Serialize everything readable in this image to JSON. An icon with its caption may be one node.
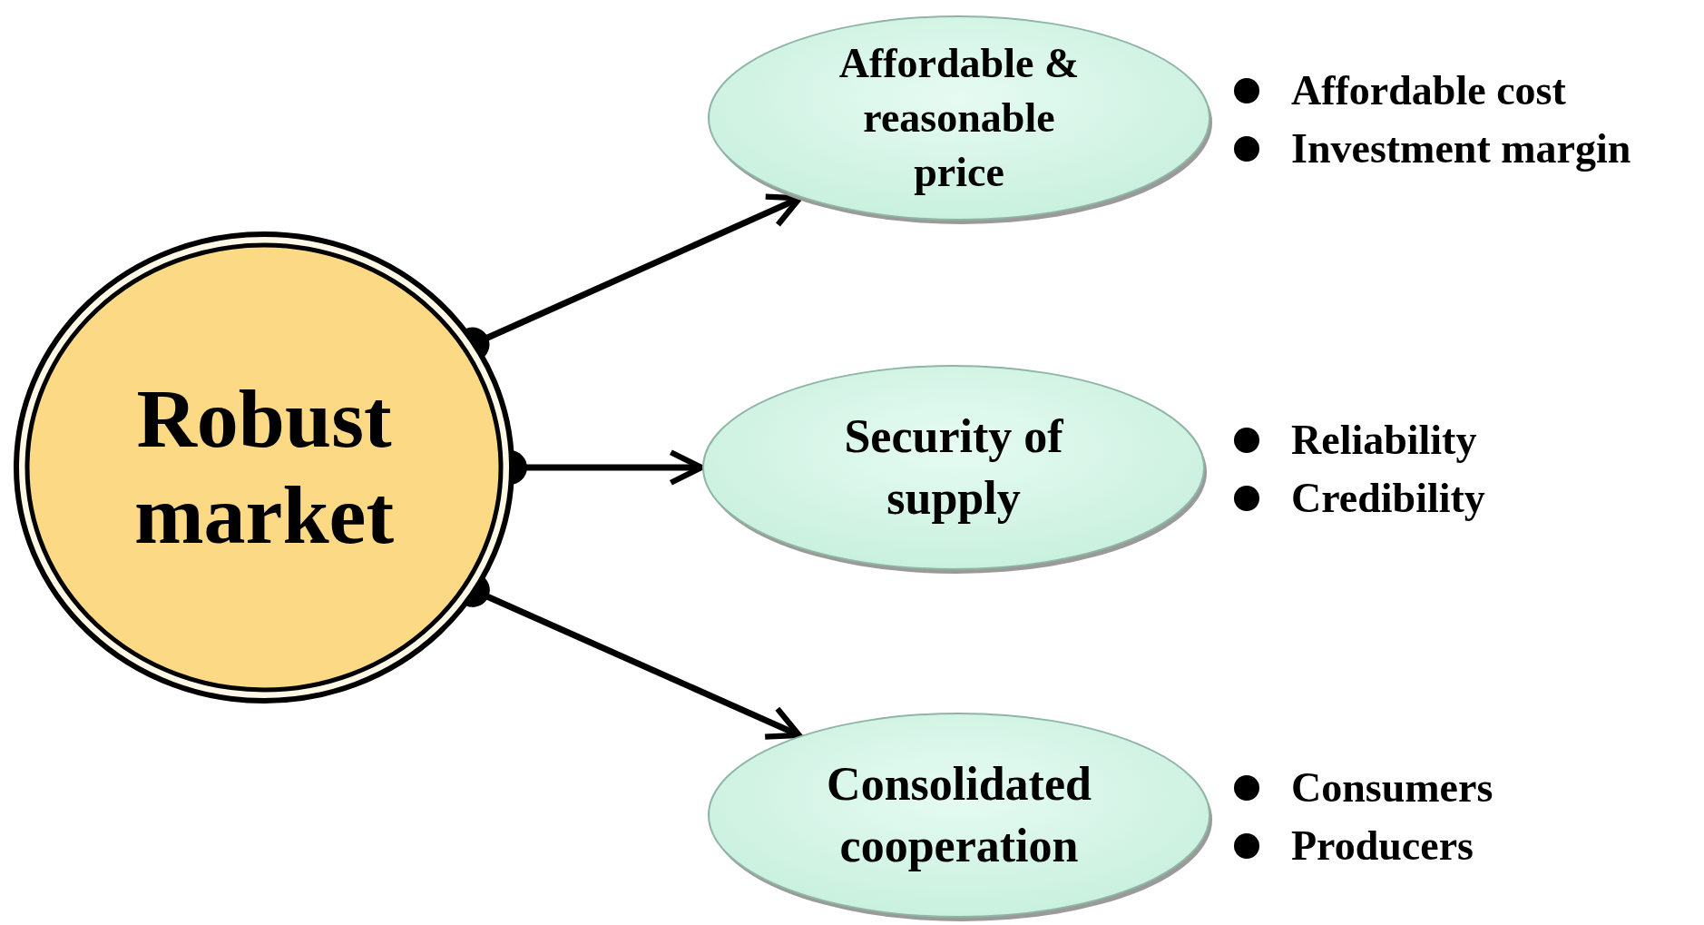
{
  "diagram": {
    "nodes": [
      {
        "text": [
          "Robust market"
        ]
      },
      {
        "text": [
          "Affordable & reasonable price"
        ]
      },
      {
        "text": [
          "Security of supply"
        ]
      },
      {
        "text": [
          "Consolidated cooperation"
        ]
      }
    ],
    "edges": [
      {
        "from": 0,
        "to": 1,
        "arrow": "to"
      },
      {
        "from": 0,
        "to": 2,
        "arrow": "to"
      },
      {
        "from": 0,
        "to": 3,
        "arrow": "to"
      }
    ],
    "labels": [
      "Affordable cost",
      "Investment margin",
      "Reliability",
      "Credibility",
      "Consumers",
      "Producers"
    ]
  }
}
